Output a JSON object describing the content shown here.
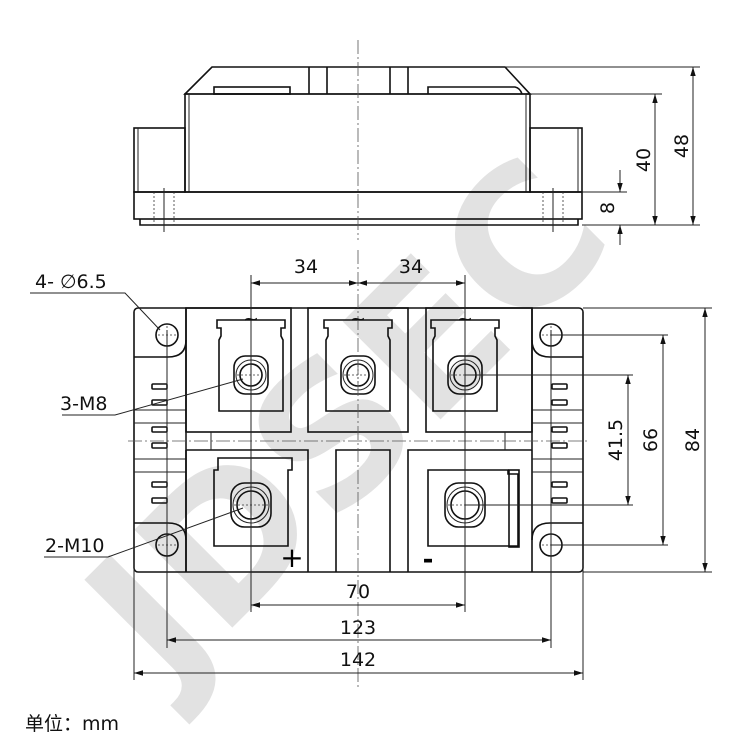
{
  "watermark": "JDSEC",
  "side_view": {
    "dims": {
      "total_height": "48",
      "body_height": "40",
      "base_height": "8"
    }
  },
  "top_view": {
    "dims": {
      "pitch_left": "34",
      "pitch_right": "34",
      "terminal_span": "70",
      "mount_span": "123",
      "overall_length": "142",
      "terminal_vertical": "41.5",
      "mount_vertical": "66",
      "overall_width": "84"
    },
    "callouts": {
      "mount_holes": "4- ∅6.5",
      "ac_terminals": "3-M8",
      "dc_terminals": "2-M10"
    },
    "ac_symbol": "~",
    "plus": "+",
    "minus": "-"
  },
  "units_note": "单位：mm"
}
